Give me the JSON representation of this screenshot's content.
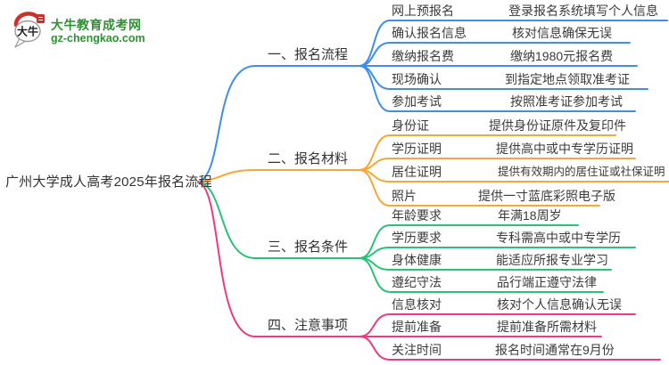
{
  "logo": {
    "icon_text": "大牛",
    "title": "大牛教育成考网",
    "domain": "gz-chengkao.com",
    "brand_color": "#2E9132",
    "seal_color": "#C5302A"
  },
  "root": {
    "title": "广州大学成人高考2025年报名流程"
  },
  "branches": [
    {
      "label": "一、报名流程",
      "color": "#3D8FE8",
      "rows": [
        {
          "sub": "网上预报名",
          "leaf": "登录报名系统填写个人信息"
        },
        {
          "sub": "确认报名信息",
          "leaf": "核对信息确保无误"
        },
        {
          "sub": "缴纳报名费",
          "leaf": "缴纳1980元报名费"
        },
        {
          "sub": "现场确认",
          "leaf": "到指定地点领取准考证"
        },
        {
          "sub": "参加考试",
          "leaf": "按照准考证参加考试"
        }
      ]
    },
    {
      "label": "二、报名材料",
      "color": "#F7A733",
      "rows": [
        {
          "sub": "身份证",
          "leaf": "提供身份证原件及复印件"
        },
        {
          "sub": "学历证明",
          "leaf": "提供高中或中专学历证明"
        },
        {
          "sub": "居住证明",
          "leaf": "提供有效期内的居住证或社保证明"
        },
        {
          "sub": "照片",
          "leaf": "提供一寸蓝底彩照电子版"
        }
      ]
    },
    {
      "label": "三、报名条件",
      "color": "#2AC274",
      "rows": [
        {
          "sub": "年龄要求",
          "leaf": "年满18周岁"
        },
        {
          "sub": "学历要求",
          "leaf": "专科需高中或中专学历"
        },
        {
          "sub": "身体健康",
          "leaf": "能适应所报专业学习"
        },
        {
          "sub": "遵纪守法",
          "leaf": "品行端正遵守法律"
        }
      ]
    },
    {
      "label": "四、注意事项",
      "color": "#F2397F",
      "rows": [
        {
          "sub": "信息核对",
          "leaf": "核对个人信息确认无误"
        },
        {
          "sub": "提前准备",
          "leaf": "提前准备所需材料"
        },
        {
          "sub": "关注时间",
          "leaf": "报名时间通常在9月份"
        }
      ]
    }
  ]
}
